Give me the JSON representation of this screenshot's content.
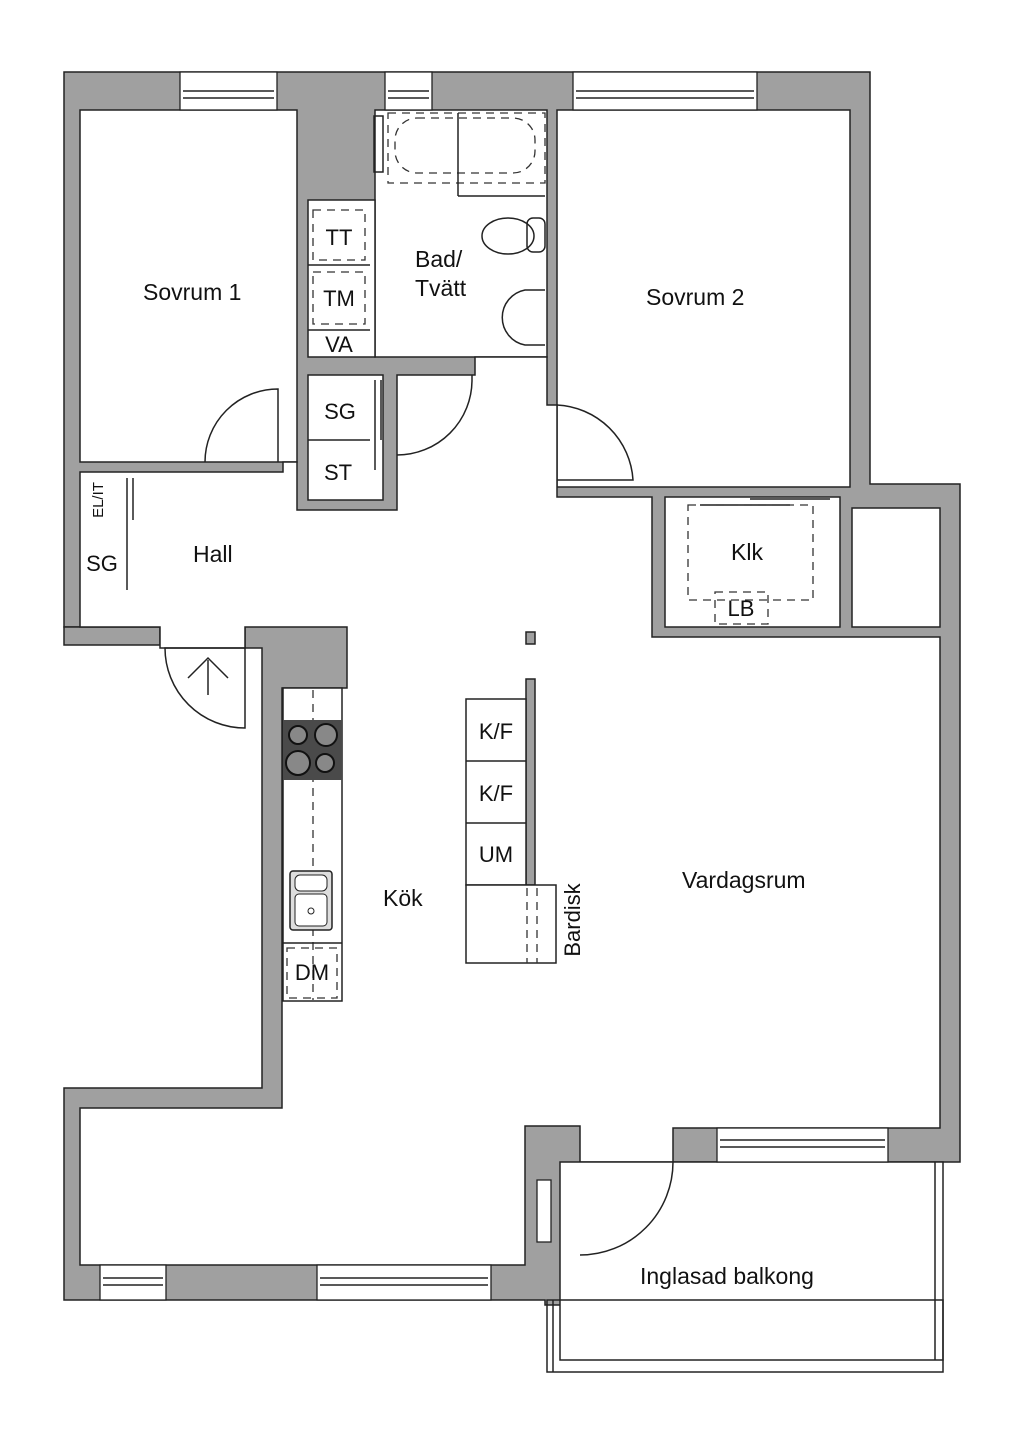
{
  "rooms": {
    "sovrum1": "Sovrum 1",
    "bad_line1": "Bad/",
    "bad_line2": "Tvätt",
    "sovrum2": "Sovrum 2",
    "hall": "Hall",
    "klk": "Klk",
    "kok": "Kök",
    "vardagsrum": "Vardagsrum",
    "balkong": "Inglasad balkong"
  },
  "fixtures": {
    "tt": "TT",
    "tm": "TM",
    "va": "VA",
    "sg_closet": "SG",
    "st": "ST",
    "el_it": "EL/IT",
    "sg_hall": "SG",
    "lb": "LB",
    "kf1": "K/F",
    "kf2": "K/F",
    "um": "UM",
    "dm": "DM",
    "bardisk": "Bardisk"
  },
  "colors": {
    "wall": "#a0a0a0",
    "stove": "#4a4a4a"
  }
}
